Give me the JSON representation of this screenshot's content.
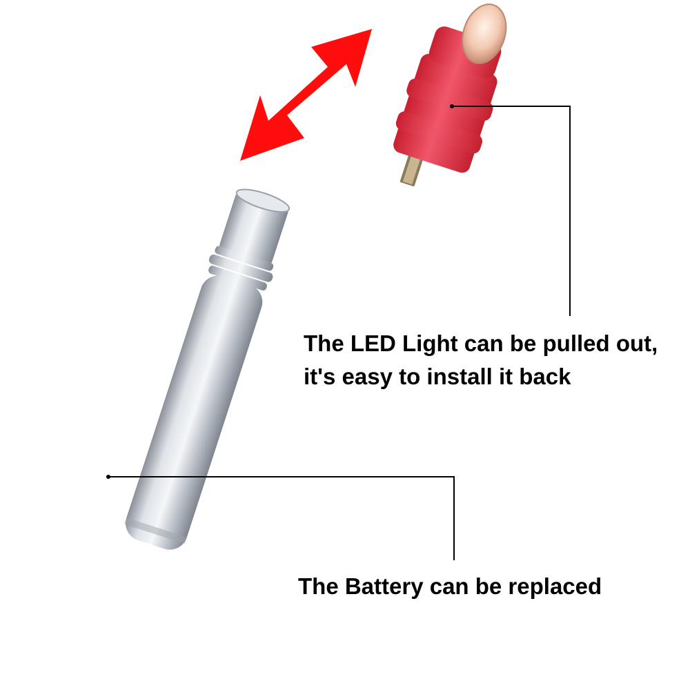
{
  "captions": {
    "led_line1": "The LED Light can be pulled out,",
    "led_line2": "it's easy to install it back",
    "battery": "The Battery can be replaced"
  },
  "colors": {
    "arrow": "#ff0d0d",
    "led_housing": "#e83a4a",
    "battery_body": "#c3c8cf",
    "leader_line": "#000000"
  },
  "icons": {
    "direction_arrow": "double-headed-arrow-icon"
  }
}
